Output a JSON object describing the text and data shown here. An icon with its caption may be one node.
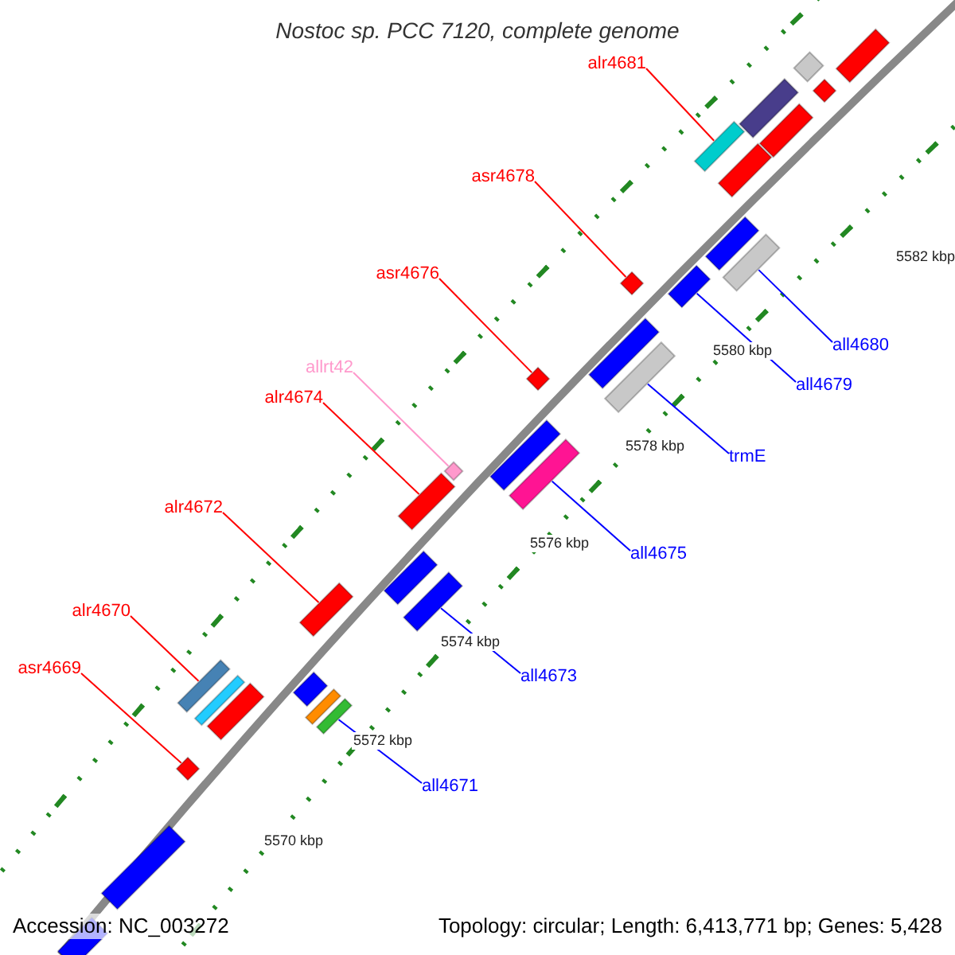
{
  "diagram": {
    "title": "Nostoc sp. PCC 7120, complete genome",
    "nodes": [
      {
        "text": [
          "alr4681"
        ]
      },
      {
        "text": [
          "asr4678"
        ]
      },
      {
        "text": [
          "asr4676"
        ]
      },
      {
        "text": [
          "allrt42"
        ]
      },
      {
        "text": [
          "alr4674"
        ]
      },
      {
        "text": [
          "alr4672"
        ]
      },
      {
        "text": [
          "alr4670"
        ]
      },
      {
        "text": [
          "asr4669"
        ]
      },
      {
        "text": [
          "all4680"
        ]
      },
      {
        "text": [
          "all4679"
        ]
      },
      {
        "text": [
          "trmE"
        ]
      },
      {
        "text": [
          "all4675"
        ]
      },
      {
        "text": [
          "all4673"
        ]
      },
      {
        "text": [
          "all4671"
        ]
      },
      {
        "text": [],
        "shape": "bar"
      },
      {
        "text": [],
        "shape": "bar"
      },
      {
        "text": [],
        "shape": "bar"
      },
      {
        "text": [],
        "shape": "bar"
      },
      {
        "text": [],
        "shape": "bar"
      },
      {
        "text": [],
        "shape": "bar"
      },
      {
        "text": [],
        "shape": "bar"
      },
      {
        "text": [],
        "shape": "bar"
      },
      {
        "text": [],
        "shape": "bar"
      },
      {
        "text": [],
        "shape": "bar"
      },
      {
        "text": [],
        "shape": "bar"
      },
      {
        "text": [],
        "shape": "bar"
      },
      {
        "text": [],
        "shape": "bar"
      },
      {
        "text": [],
        "shape": "bar"
      },
      {
        "text": [],
        "shape": "bar"
      },
      {
        "text": [],
        "shape": "bar"
      },
      {
        "text": [],
        "shape": "bar"
      },
      {
        "text": [],
        "shape": "bar"
      },
      {
        "text": [],
        "shape": "bar"
      },
      {
        "text": [],
        "shape": "bar"
      },
      {
        "text": [],
        "shape": "bar"
      },
      {
        "text": [],
        "shape": "bar"
      },
      {
        "text": [],
        "shape": "bar"
      },
      {
        "text": [],
        "shape": "bar"
      },
      {
        "text": [],
        "shape": "bar"
      },
      {
        "text": [],
        "shape": "bar"
      },
      {
        "text": [],
        "shape": "bar"
      },
      {
        "text": [],
        "shape": "bar"
      },
      {
        "text": [],
        "shape": "bar"
      },
      {
        "text": [],
        "shape": "bar"
      }
    ],
    "edges": [
      {
        "from": 0,
        "to": 14,
        "arrow": "none"
      },
      {
        "from": 1,
        "to": 15,
        "arrow": "none"
      },
      {
        "from": 2,
        "to": 16,
        "arrow": "none"
      },
      {
        "from": 3,
        "to": 17,
        "arrow": "none",
        "color": "#ff99cc"
      },
      {
        "from": 4,
        "to": 18,
        "arrow": "none"
      },
      {
        "from": 5,
        "to": 19,
        "arrow": "none"
      },
      {
        "from": 6,
        "to": 20,
        "arrow": "none"
      },
      {
        "from": 7,
        "to": 21,
        "arrow": "none"
      },
      {
        "from": 8,
        "to": 22,
        "arrow": "none",
        "color": "#0000ff"
      },
      {
        "from": 9,
        "to": 23,
        "arrow": "none",
        "color": "#0000ff"
      },
      {
        "from": 10,
        "to": 24,
        "arrow": "none",
        "color": "#0000ff"
      },
      {
        "from": 11,
        "to": 25,
        "arrow": "none",
        "color": "#0000ff"
      },
      {
        "from": 12,
        "to": 26,
        "arrow": "none",
        "color": "#0000ff"
      },
      {
        "from": 13,
        "to": 27,
        "arrow": "none",
        "color": "#0000ff"
      }
    ],
    "labels": [
      "5582 kbp",
      "5580 kbp",
      "5578 kbp",
      "5576 kbp",
      "5574 kbp",
      "5572 kbp",
      "5570 kbp",
      "Accession: NC_003272",
      "Topology: circular; Length: 6,413,771 bp; Genes: 5,428"
    ]
  }
}
